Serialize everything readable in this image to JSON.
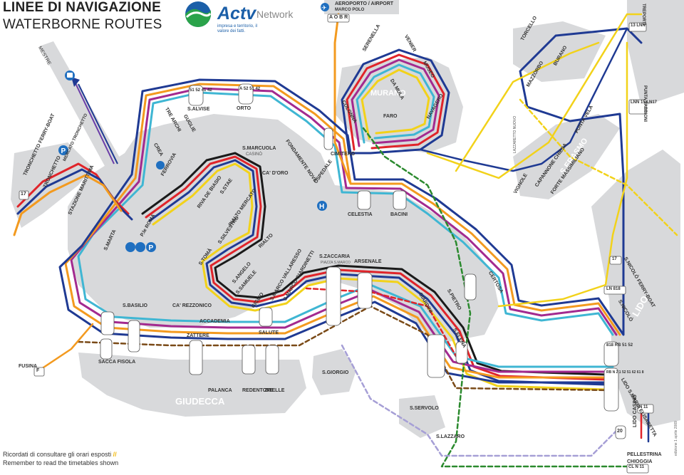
{
  "title": "LINEE DI NAVIGAZIONE",
  "subtitle": "WATERBORNE ROUTES",
  "brand": {
    "name": "Actv",
    "tagline": "impresa e territorio, il valore dei fatti.",
    "network": "Network"
  },
  "airport": {
    "label": "AEROPORTO / AIRPORT",
    "sublabel": "MARCO POLO",
    "lines": "A O B R"
  },
  "stops": {
    "mestre": "MESTRE",
    "tronchetto": "TRONCHETTO FERRY-BOAT",
    "tronchetto2": "TRONCHETTO",
    "mercato": "MERCATO TRONCHETTO",
    "stazione_marittima": "STAZIONE MARITTIMA",
    "s_marta": "S.MARTA",
    "p_roma": "P.le ROMA",
    "ferrovia": "FERROVIA",
    "tre_archi": "TRE ARCHI",
    "guglie": "GUGLIE",
    "crea": "CREA",
    "s_alvise": "S.ALVISE",
    "orto": "ORTO",
    "s_marcuola": "S.MARCUOLA",
    "casino": "CASINÒ",
    "ca_doro": "CA' D'ORO",
    "riva_de_biasio": "RIVA DE BIASIO",
    "s_stae": "S.STAE",
    "rialto_mercato": "RIALTO MERCATO",
    "rialto": "RIALTO",
    "s_silvestro": "S.SILVESTRO",
    "s_toma": "S.TOMÀ",
    "s_angelo": "S.ANGELO",
    "s_samuele": "S.SAMUELE",
    "ca_rezzonico": "CA' REZZONICO",
    "accademia": "ACCADEMIA",
    "giglio": "GIGLIO",
    "salute": "SALUTE",
    "s_marco_vallaresso": "S.MARCO VALLARESSO",
    "s_marco_giardinetti": "S.MARCO GIARDINETTI",
    "s_zaccaria": "S.ZACCARIA",
    "pizza_s_marco": "PIAZZA S.MARCO",
    "arsenale": "ARSENALE",
    "giardini": "GIARDINI",
    "s_elena": "S.ELENA",
    "s_pietro": "S.PIETRO",
    "certosa": "CERTOSA",
    "fondamente_nove": "FONDAMENTE NOVE",
    "ospedale": "OSPEDALE",
    "celestia": "CELESTIA",
    "bacini": "BACINI",
    "cimitero": "CIMITERO",
    "murano": "MURANO",
    "serenella": "SERENELLA",
    "venier": "VENIER",
    "museo": "MUSEO",
    "da_mula": "DA MULA",
    "colonna": "COLONNA",
    "faro": "FARO",
    "navagero": "NAVAGERO",
    "torcello": "TORCELLO",
    "burano": "BURANO",
    "mazzorbo": "MAZZORBO",
    "treporti": "TREPORTI",
    "punta_sabbioni": "PUNTA SABBIONI",
    "lazzaretto": "LAZZARETTO NUOVO",
    "vignole": "VIGNOLE",
    "capannone": "CAPANNONE CHIESA",
    "sant_erasmo": "S.ERASMO",
    "punta_vela": "PUNTA VELA",
    "forte_massimiliano": "FORTE MASSIMILIANO",
    "s_nicolo_ferry": "S.NICOLÒ FERRY-BOAT",
    "s_nicolo": "S.NICOLÒ",
    "lido": "LIDO",
    "lido_sme": "LIDO S.MARIA ELISABETTA",
    "lido_casino": "LIDO CASINÒ",
    "pellestrina": "PELLESTRINA",
    "chioggia": "CHIOGGIA",
    "s_servolo": "S.SERVOLO",
    "s_lazzaro": "S.LAZZARO",
    "s_giorgio": "S.GIORGIO",
    "s_basilio": "S.BASILIO",
    "zattere": "ZATTERE",
    "sacca_fisola": "SACCA FISOLA",
    "palanca": "PALANCA",
    "redentore": "REDENTORE",
    "zitelle": "ZITELLE",
    "giudecca": "GIUDECCA",
    "fusina": "FUSINA"
  },
  "line_codes": {
    "treporti_box": "13 LNN",
    "punta_box": "LNN 15 LN17",
    "sn_ferry_box": "17",
    "ln_box": "LN 818",
    "lido_box": "818 RB 51 52",
    "lido_sme_box": "RB N 2 1 52 51 62 61 8",
    "casino_box": "20",
    "chioggia_box": "CL N 11",
    "pellestrina_box": "N 11",
    "fusina_box": "F",
    "tronchetto_box": "17",
    "s_alvise_box": "51 52 41 42",
    "orto_box": "A 52 51 42"
  },
  "notes": {
    "it": "Ricordati di consultare gli orari esposti",
    "en": "Remember to read the timetables shown",
    "slash": "//"
  },
  "edition": "edizione 1 aprile 2009",
  "colors": {
    "water": "#ffffff",
    "land": "#d8d9db",
    "line_blue": "#1f3a93",
    "line_red": "#e0242a",
    "line_orange": "#f39a1f",
    "line_yellow": "#f2d21a",
    "line_purple": "#a32a8f",
    "line_cyan": "#3fb6d3",
    "line_black": "#1a1a1a",
    "line_green": "#2b8a2e",
    "line_lavender": "#a69fd6",
    "line_brown": "#7a4a17",
    "brand_blue": "#1b5fa8",
    "brand_green": "#2aa34a"
  }
}
